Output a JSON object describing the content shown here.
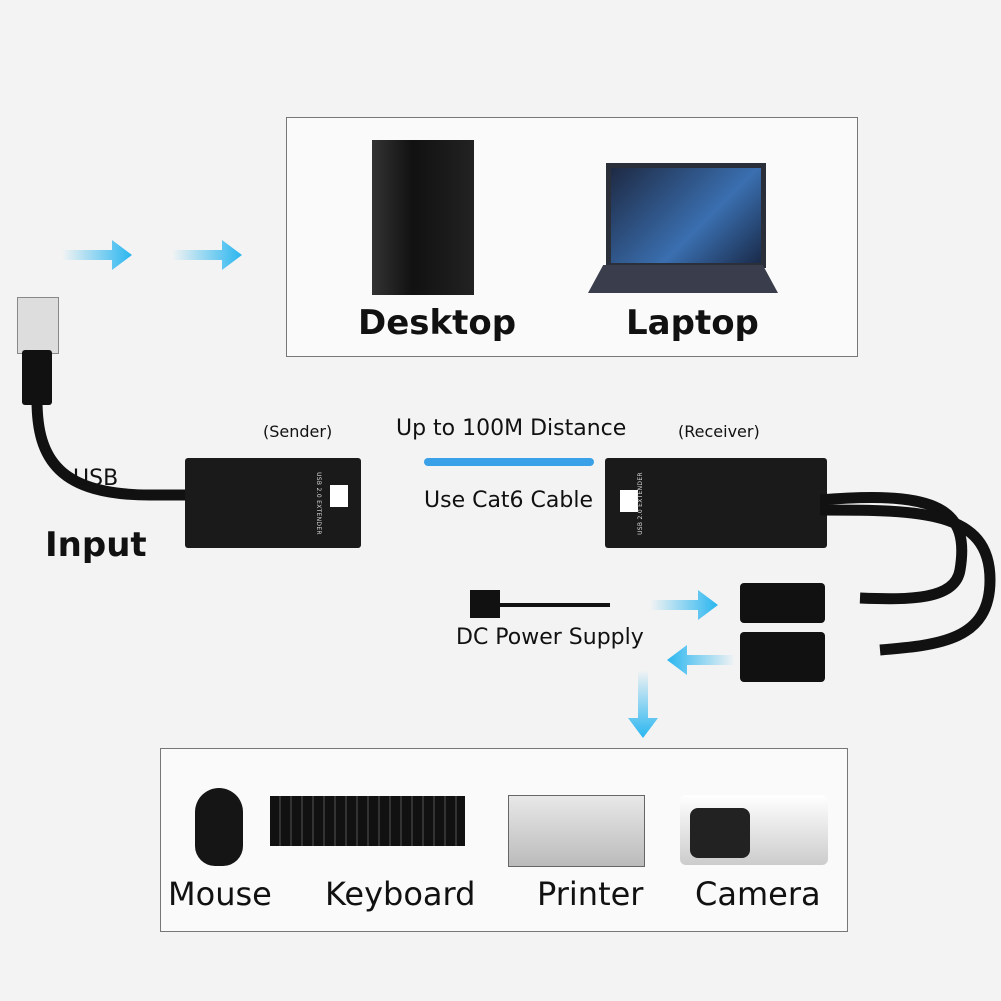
{
  "top_box": {
    "desktop": "Desktop",
    "laptop": "Laptop"
  },
  "labels": {
    "sender": "(Sender)",
    "receiver": "(Receiver)",
    "distance": "Up to 100M Distance",
    "cable": "Use Cat6 Cable",
    "usb": "USB",
    "input": "Input",
    "power": "DC Power Supply"
  },
  "bottom_box": {
    "mouse": "Mouse",
    "keyboard": "Keyboard",
    "printer": "Printer",
    "camera": "Camera"
  },
  "unit_text": {
    "sender": "USB 2.0 EXTENDER",
    "receiver": "USB 2.0 EXTENDER"
  },
  "colors": {
    "arrow": "#29b6f0",
    "cat6": "#3aa0e8",
    "device": "#1a1a1a"
  }
}
